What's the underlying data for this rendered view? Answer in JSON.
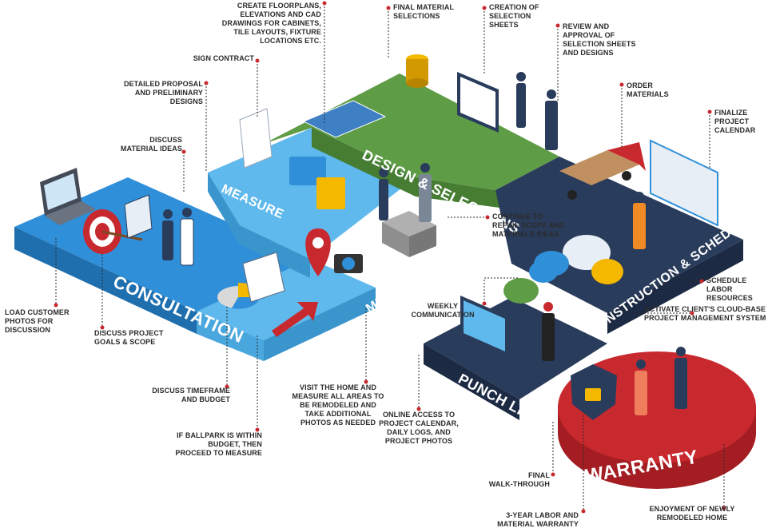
{
  "colors": {
    "consultation": "#2f8fd8",
    "measure": "#5fb9ec",
    "design": "#5e9c45",
    "construction": "#2a3c5c",
    "punch": "#2a3c5c",
    "warranty": "#c8292e",
    "leader": "#2b2b2b",
    "dot": "#c8292e"
  },
  "stages": {
    "consultation": "CONSULTATION",
    "measure_top": "MEASURE",
    "measure_side": "MEASURE",
    "design": "DESIGN & SELECTIONS",
    "construction": "CONSTRUCTION & SCHEDULE",
    "punch": "PUNCH LIST",
    "warranty": "WARRANTY"
  },
  "labels": {
    "load_photos": "LOAD CUSTOMER\nPHOTOS FOR\nDISCUSSION",
    "goals_scope": "DISCUSS PROJECT\nGOALS & SCOPE",
    "timeframe_budget": "DISCUSS TIMEFRAME\nAND BUDGET",
    "ballpark": "IF BALLPARK IS WITHIN\nBUDGET, THEN\nPROCEED TO MEASURE",
    "visit_home": "VISIT THE HOME AND\nMEASURE ALL AREAS TO\nBE REMODELED AND\nTAKE ADDITIONAL\nPHOTOS AS NEEDED",
    "material_ideas": "DISCUSS\nMATERIAL IDEAS",
    "proposal": "DETAILED PROPOSAL\nAND PRELIMINARY\nDESIGNS",
    "sign_contract": "SIGN CONTRACT",
    "floorplans": "CREATE FLOORPLANS,\nELEVATIONS AND CAD\nDRAWINGS FOR CABINETS,\nTILE LAYOUTS, FIXTURE\nLOCATIONS ETC.",
    "final_material": "FINAL MATERIAL\nSELECTIONS",
    "selection_sheets": "CREATION OF\nSELECTION\nSHEETS",
    "review_approval": "REVIEW AND\nAPPROVAL OF\nSELECTION SHEETS\nAND DESIGNS",
    "order_materials": "ORDER\nMATERIALS",
    "finalize_calendar": "FINALIZE\nPROJECT\nCALENDAR",
    "refine_scope": "CONTINUE TO\nREFINE SCOPE AND\nMATERIALS IDEAS",
    "schedule_labor": "SCHEDULE LABOR\nRESOURCES",
    "activate_cloud": "ACTIVATE CLIENT'S CLOUD-BASE\nPROJECT MANAGEMENT SYSTEM",
    "weekly_comm": "WEEKLY\nCOMMUNICATION",
    "online_access": "ONLINE ACCESS TO\nPROJECT CALENDAR,\nDAILY LOGS, AND\nPROJECT PHOTOS",
    "final_walk": "FINAL\nWALK-THROUGH",
    "warranty_3yr": "3-YEAR LABOR AND\nMATERIAL WARRANTY",
    "enjoyment": "ENJOYMENT OF NEWLY\nREMODELED HOME"
  }
}
